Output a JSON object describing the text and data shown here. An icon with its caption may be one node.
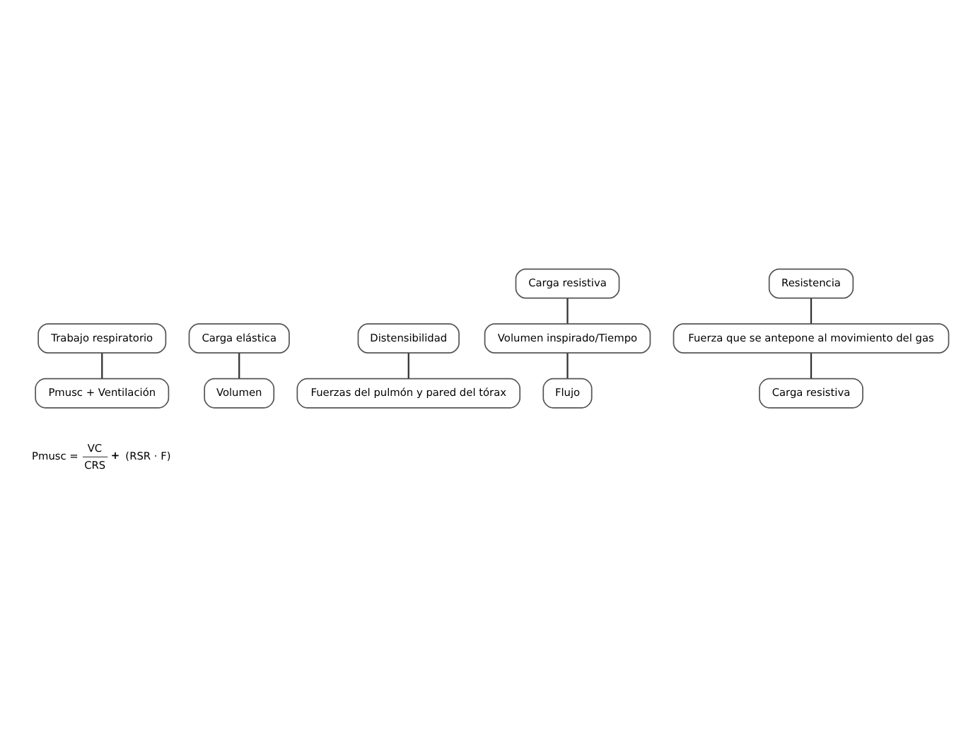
{
  "diagram": {
    "nodes": [
      {
        "text": [
          "Trabajo respiratorio"
        ]
      },
      {
        "text": [
          "Pmusc + Ventilación"
        ]
      },
      {
        "text": [
          "Carga elástica"
        ]
      },
      {
        "text": [
          "Volumen"
        ]
      },
      {
        "text": [
          "Distensibilidad"
        ]
      },
      {
        "text": [
          "Fuerzas del pulmón y pared del tórax"
        ]
      },
      {
        "text": [
          "Carga resistiva"
        ]
      },
      {
        "text": [
          "Volumen inspirado/Tiempo"
        ]
      },
      {
        "text": [
          "Resistencia"
        ]
      },
      {
        "text": [
          "Flujo"
        ]
      },
      {
        "text": [
          "Fuerza que se antepone al movimiento del gas"
        ]
      },
      {
        "text": [
          "Carga resistiva"
        ]
      }
    ],
    "edges": [
      {
        "from": 0,
        "to": 1,
        "arrow": "none"
      },
      {
        "from": 2,
        "to": 3,
        "arrow": "none"
      },
      {
        "from": 4,
        "to": 5,
        "arrow": "none"
      },
      {
        "from": 6,
        "to": 7,
        "arrow": "none"
      },
      {
        "from": 7,
        "to": 9,
        "arrow": "none"
      },
      {
        "from": 8,
        "to": 10,
        "arrow": "none"
      },
      {
        "from": 10,
        "to": 11,
        "arrow": "none"
      }
    ],
    "labels": [
      "Pmusc =",
      "VC",
      "CRS",
      "+",
      "(RSR · F)"
    ]
  }
}
